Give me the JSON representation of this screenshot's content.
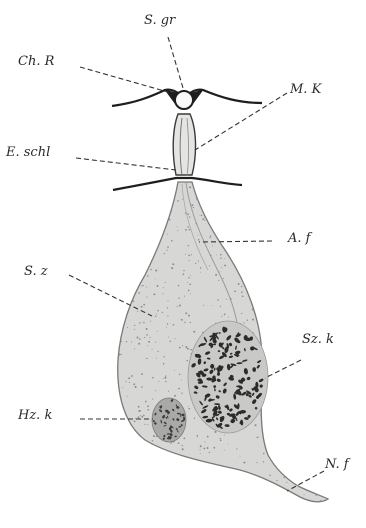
{
  "labels": {
    "s_gr": "S. gr",
    "ch_r": "Ch. R",
    "m_k": "M. K",
    "e_schl": "E. schl",
    "a_f": "A. f",
    "s_z": "S. z",
    "sz_k": "Sz. k",
    "hz_k": "Hz. k",
    "n_f": "N. f"
  },
  "colors": {
    "cell_fill": "#d7d7d5",
    "ink": "#1e1e1e",
    "stipple": "#8a8a88",
    "nucleus_granules": "#2b2b2b"
  }
}
